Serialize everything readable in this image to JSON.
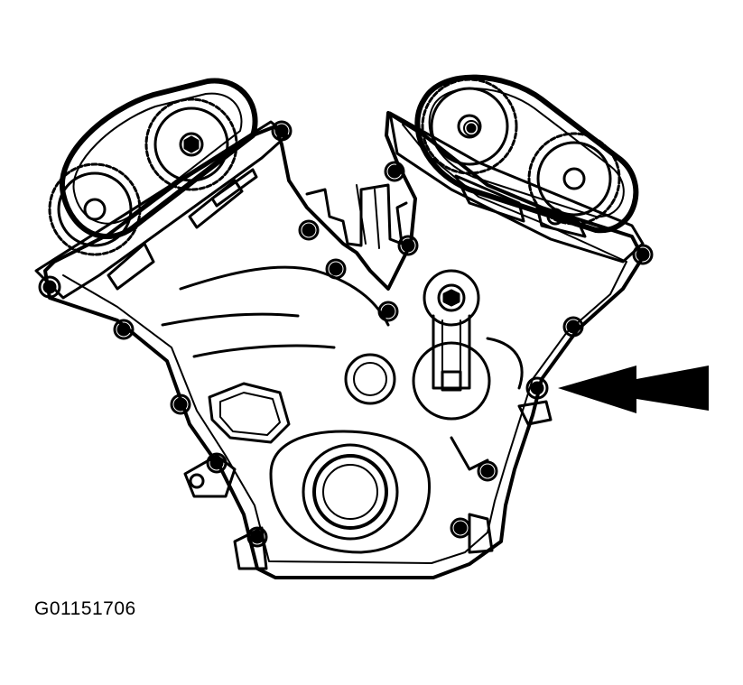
{
  "figure": {
    "id_label": "G01151706"
  },
  "colors": {
    "ink": "#000000",
    "paper": "#ffffff"
  },
  "callouts": [
    {
      "name": "indicator-arrow",
      "points_to": "timing-cover-bolt"
    }
  ],
  "counts": {
    "cover_bolts": 17
  }
}
